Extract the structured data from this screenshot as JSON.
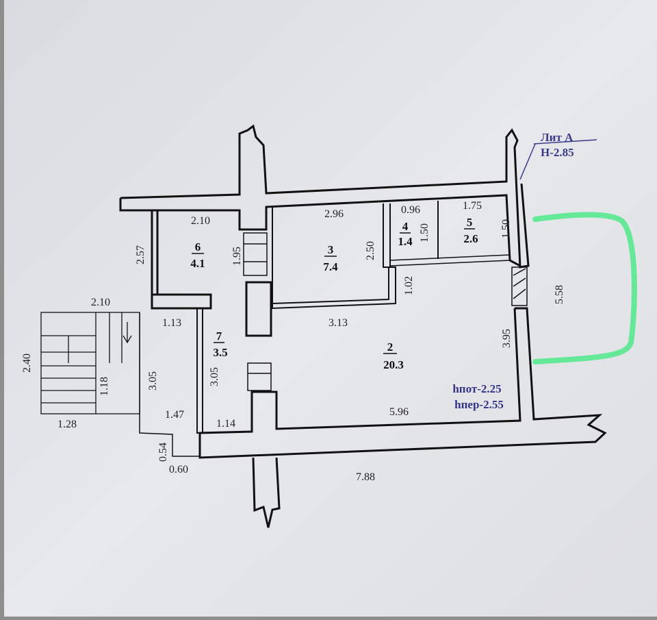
{
  "stamp": {
    "lit": "Лит А",
    "height": "Н-2.85"
  },
  "rooms": [
    {
      "num": "6",
      "area": "4.1"
    },
    {
      "num": "3",
      "area": "7.4"
    },
    {
      "num": "4",
      "area": "1.4"
    },
    {
      "num": "5",
      "area": "2.6"
    },
    {
      "num": "7",
      "area": "3.5"
    },
    {
      "num": "2",
      "area": "20.3"
    }
  ],
  "dimensions": {
    "d1": "2.10",
    "d2": "2.96",
    "d3": "0.96",
    "d4": "1.75",
    "d5": "2.57",
    "d6": "1.95",
    "d7": "2.50",
    "d8": "1.50",
    "d9": "1.50",
    "d10": "1.02",
    "d11": "5.58",
    "d12": "2.10",
    "d13": "1.13",
    "d14": "3.13",
    "d15": "3.95",
    "d16": "2.40",
    "d17": "1.18",
    "d18": "3.05",
    "d19": "3.05",
    "d20": "1.28",
    "d21": "1.47",
    "d22": "1.14",
    "d23": "5.96",
    "d24": "0.54",
    "d25": "0.60",
    "d26": "7.88"
  },
  "heights": {
    "ceiling": "hпот-2.25",
    "floor": "hпер-2.55"
  },
  "colors": {
    "paper": "#e9ebef",
    "ink": "#111111",
    "highlight": "#66e899",
    "stamp": "#3a3a8a"
  }
}
